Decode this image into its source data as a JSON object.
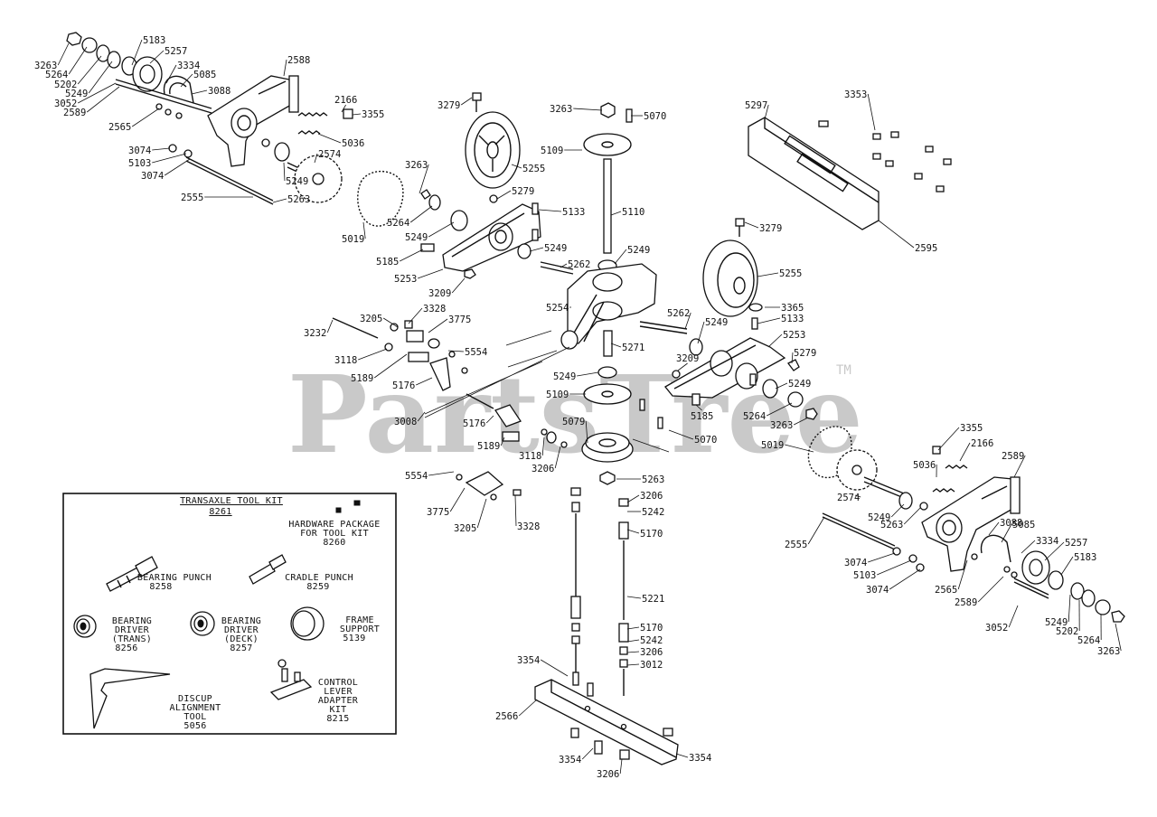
{
  "watermark": {
    "text": "PartsTree",
    "tm": "TM",
    "color": "#c9c9c9"
  },
  "tool_kit": {
    "title": "TRANSAXLE TOOL KIT",
    "number": "8261",
    "items": [
      {
        "name": "HARDWARE PACKAGE FOR TOOL KIT",
        "lines": [
          "HARDWARE PACKAGE",
          "FOR TOOL KIT"
        ],
        "part": "8260"
      },
      {
        "name": "BEARING PUNCH",
        "lines": [
          "BEARING PUNCH"
        ],
        "part": "8258"
      },
      {
        "name": "CRADLE PUNCH",
        "lines": [
          "CRADLE PUNCH"
        ],
        "part": "8259"
      },
      {
        "name": "BEARING DRIVER (TRANS)",
        "lines": [
          "BEARING",
          "DRIVER",
          "(TRANS)"
        ],
        "part": "8256"
      },
      {
        "name": "BEARING DRIVER (DECK)",
        "lines": [
          "BEARING",
          "DRIVER",
          "(DECK)"
        ],
        "part": "8257"
      },
      {
        "name": "FRAME SUPPORT",
        "lines": [
          "FRAME",
          "SUPPORT"
        ],
        "part": "5139"
      },
      {
        "name": "CONTROL LEVER ADAPTER KIT",
        "lines": [
          "CONTROL",
          "LEVER",
          "ADAPTER",
          "KIT"
        ],
        "part": "8215"
      },
      {
        "name": "DISCUP ALIGNMENT TOOL",
        "lines": [
          "DISCUP",
          "ALIGNMENT",
          "TOOL"
        ],
        "part": "5056"
      }
    ]
  },
  "part_labels": [
    "3263",
    "5264",
    "5202",
    "5249",
    "3052",
    "2589",
    "5183",
    "5257",
    "3334",
    "5085",
    "3088",
    "2588",
    "2565",
    "2166",
    "3355",
    "5036",
    "2574",
    "3074",
    "5103",
    "3074",
    "5249",
    "5263",
    "2555",
    "3279",
    "5255",
    "3263",
    "5264",
    "5249",
    "5019",
    "5279",
    "5133",
    "5185",
    "5249",
    "5262",
    "5253",
    "3209",
    "3263",
    "5070",
    "5109",
    "5110",
    "5249",
    "5254",
    "5297",
    "3353",
    "2595",
    "3279",
    "5255",
    "3365",
    "5133",
    "5262",
    "5249",
    "5253",
    "5279",
    "3209",
    "5249",
    "5185",
    "5264",
    "3263",
    "5019",
    "5271",
    "5249",
    "5109",
    "5079",
    "5070",
    "5263",
    "3205",
    "3328",
    "3775",
    "3232",
    "5554",
    "3118",
    "5189",
    "5176",
    "3008",
    "5176",
    "5189",
    "3118",
    "3206",
    "5554",
    "3775",
    "3205",
    "3328",
    "3206",
    "5242",
    "5170",
    "5221",
    "5170",
    "5242",
    "3206",
    "3012",
    "3354",
    "2566",
    "3354",
    "3206",
    "3354",
    "3355",
    "2166",
    "2589",
    "5036",
    "2574",
    "5249",
    "5263",
    "2555",
    "3088",
    "5085",
    "3334",
    "5257",
    "5183",
    "3074",
    "5103",
    "3074",
    "2565",
    "2589",
    "5249",
    "5202",
    "5264",
    "3263",
    "3052"
  ]
}
